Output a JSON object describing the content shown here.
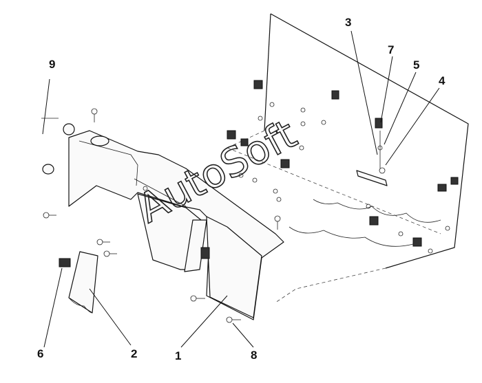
{
  "diagram": {
    "callouts": [
      {
        "id": "9",
        "label": "9"
      },
      {
        "id": "3",
        "label": "3"
      },
      {
        "id": "7",
        "label": "7"
      },
      {
        "id": "5",
        "label": "5"
      },
      {
        "id": "4",
        "label": "4"
      },
      {
        "id": "6",
        "label": "6"
      },
      {
        "id": "2",
        "label": "2"
      },
      {
        "id": "1",
        "label": "1"
      },
      {
        "id": "8",
        "label": "8"
      }
    ],
    "watermark": "AutoSoft"
  }
}
